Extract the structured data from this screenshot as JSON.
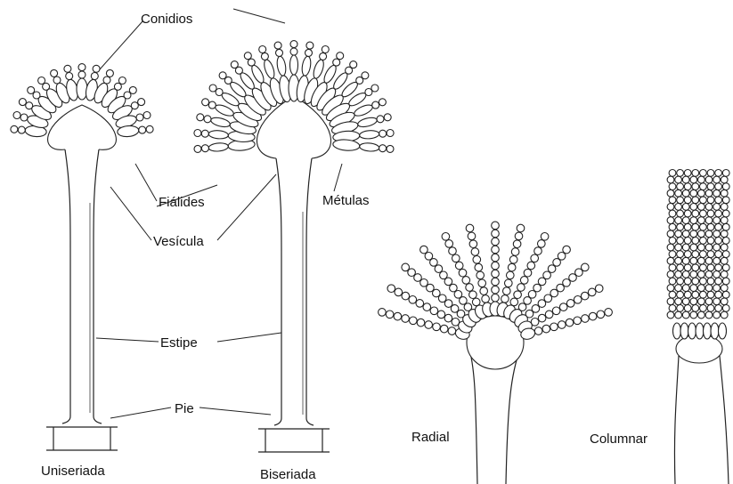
{
  "labels": {
    "conidios": "Conidios",
    "fialides": "Fiálides",
    "metulas": "Métulas",
    "vesicula": "Vesícula",
    "estipe": "Estipe",
    "pie": "Pie",
    "uniseriada": "Uniseriada",
    "biseriada": "Biseriada",
    "radial": "Radial",
    "columnar": "Columnar"
  },
  "colors": {
    "ink": "#222222",
    "background": "#ffffff"
  }
}
